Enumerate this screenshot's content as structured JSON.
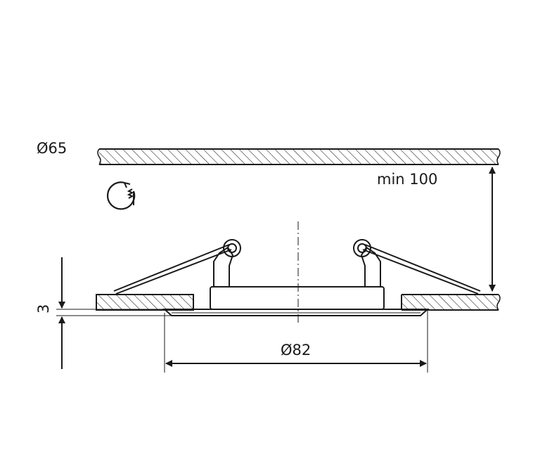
{
  "labels": {
    "cutout_diameter": "Ø65",
    "min_depth": "min 100",
    "outer_diameter": "Ø82",
    "rim_thickness": "3"
  },
  "icons": {
    "adjust": "rotate-adjust-icon"
  },
  "colors": {
    "line": "#1a1a1a",
    "background": "#ffffff"
  }
}
